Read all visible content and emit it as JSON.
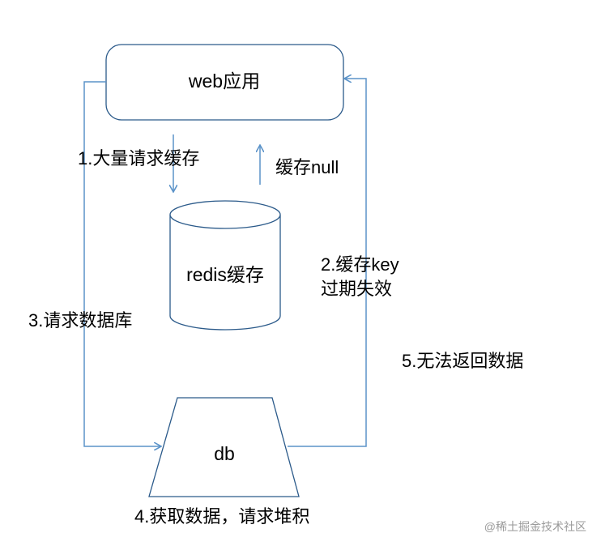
{
  "nodes": {
    "web_app": "web应用",
    "redis": "redis缓存",
    "db": "db"
  },
  "steps": {
    "step1": "1.大量请求缓存",
    "cache_null": "缓存null",
    "step2_line1": "2.缓存key",
    "step2_line2": "过期失效",
    "step3": "3.请求数据库",
    "step4": "4.获取数据，请求堆积",
    "step5": "5.无法返回数据"
  },
  "watermark": "@稀土掘金技术社区",
  "colors": {
    "arrow": "#5b93c9",
    "outline": "#2b5a8a",
    "text": "#000000",
    "background": "#ffffff"
  }
}
